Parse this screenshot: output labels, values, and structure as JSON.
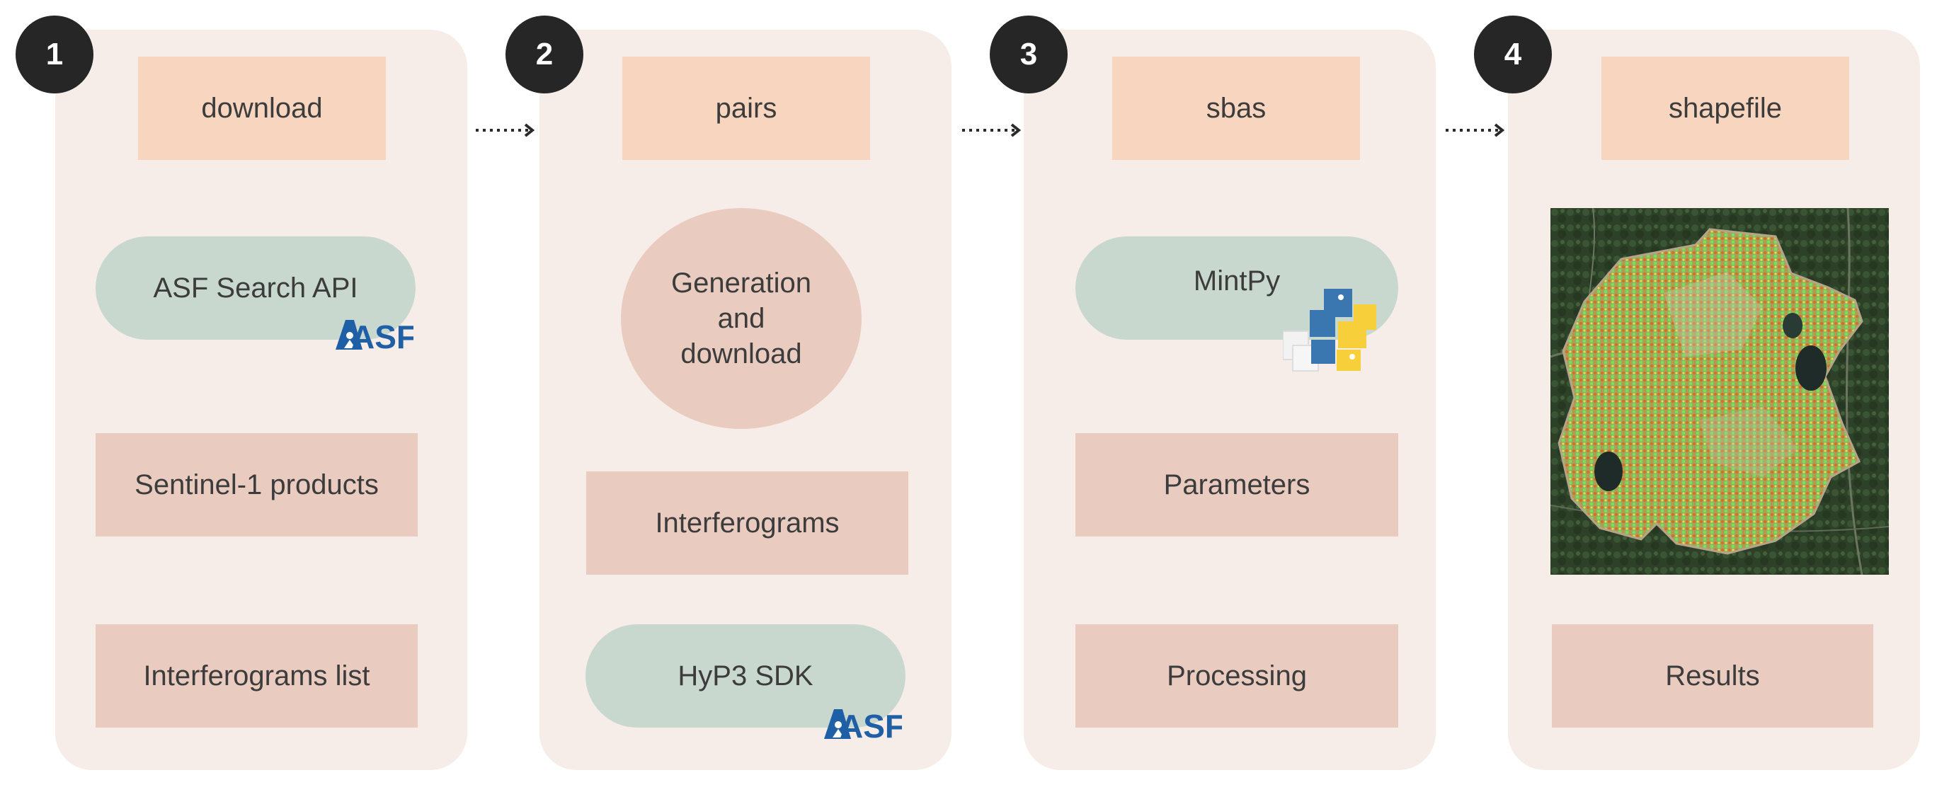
{
  "steps": [
    {
      "number": "1",
      "command": "download",
      "tool": "ASF Search API",
      "items": [
        "Sentinel-1 products",
        "Interferograms list"
      ]
    },
    {
      "number": "2",
      "command": "pairs",
      "process": "Generation and download",
      "items": [
        "Interferograms"
      ],
      "tool": "HyP3 SDK"
    },
    {
      "number": "3",
      "command": "sbas",
      "tool": "MintPy",
      "items": [
        "Parameters",
        "Processing"
      ]
    },
    {
      "number": "4",
      "command": "shapefile",
      "items": [
        "Results"
      ]
    }
  ],
  "logos": {
    "asf": "ASF"
  },
  "icons": {
    "arrow": "dotted-right-arrow-icon",
    "python": "python-logo-icon",
    "asf": "asf-logo-icon",
    "map": "deformation-map-image"
  },
  "colors": {
    "panel": "#f6ede8",
    "badge": "#262626",
    "command_box": "#f7d5be",
    "item_box": "#e9cbbf",
    "tool_pill": "#c9d8cf",
    "asf_blue": "#1f5fa6",
    "python_blue": "#3a76b0",
    "python_yellow": "#f7cf3b"
  }
}
